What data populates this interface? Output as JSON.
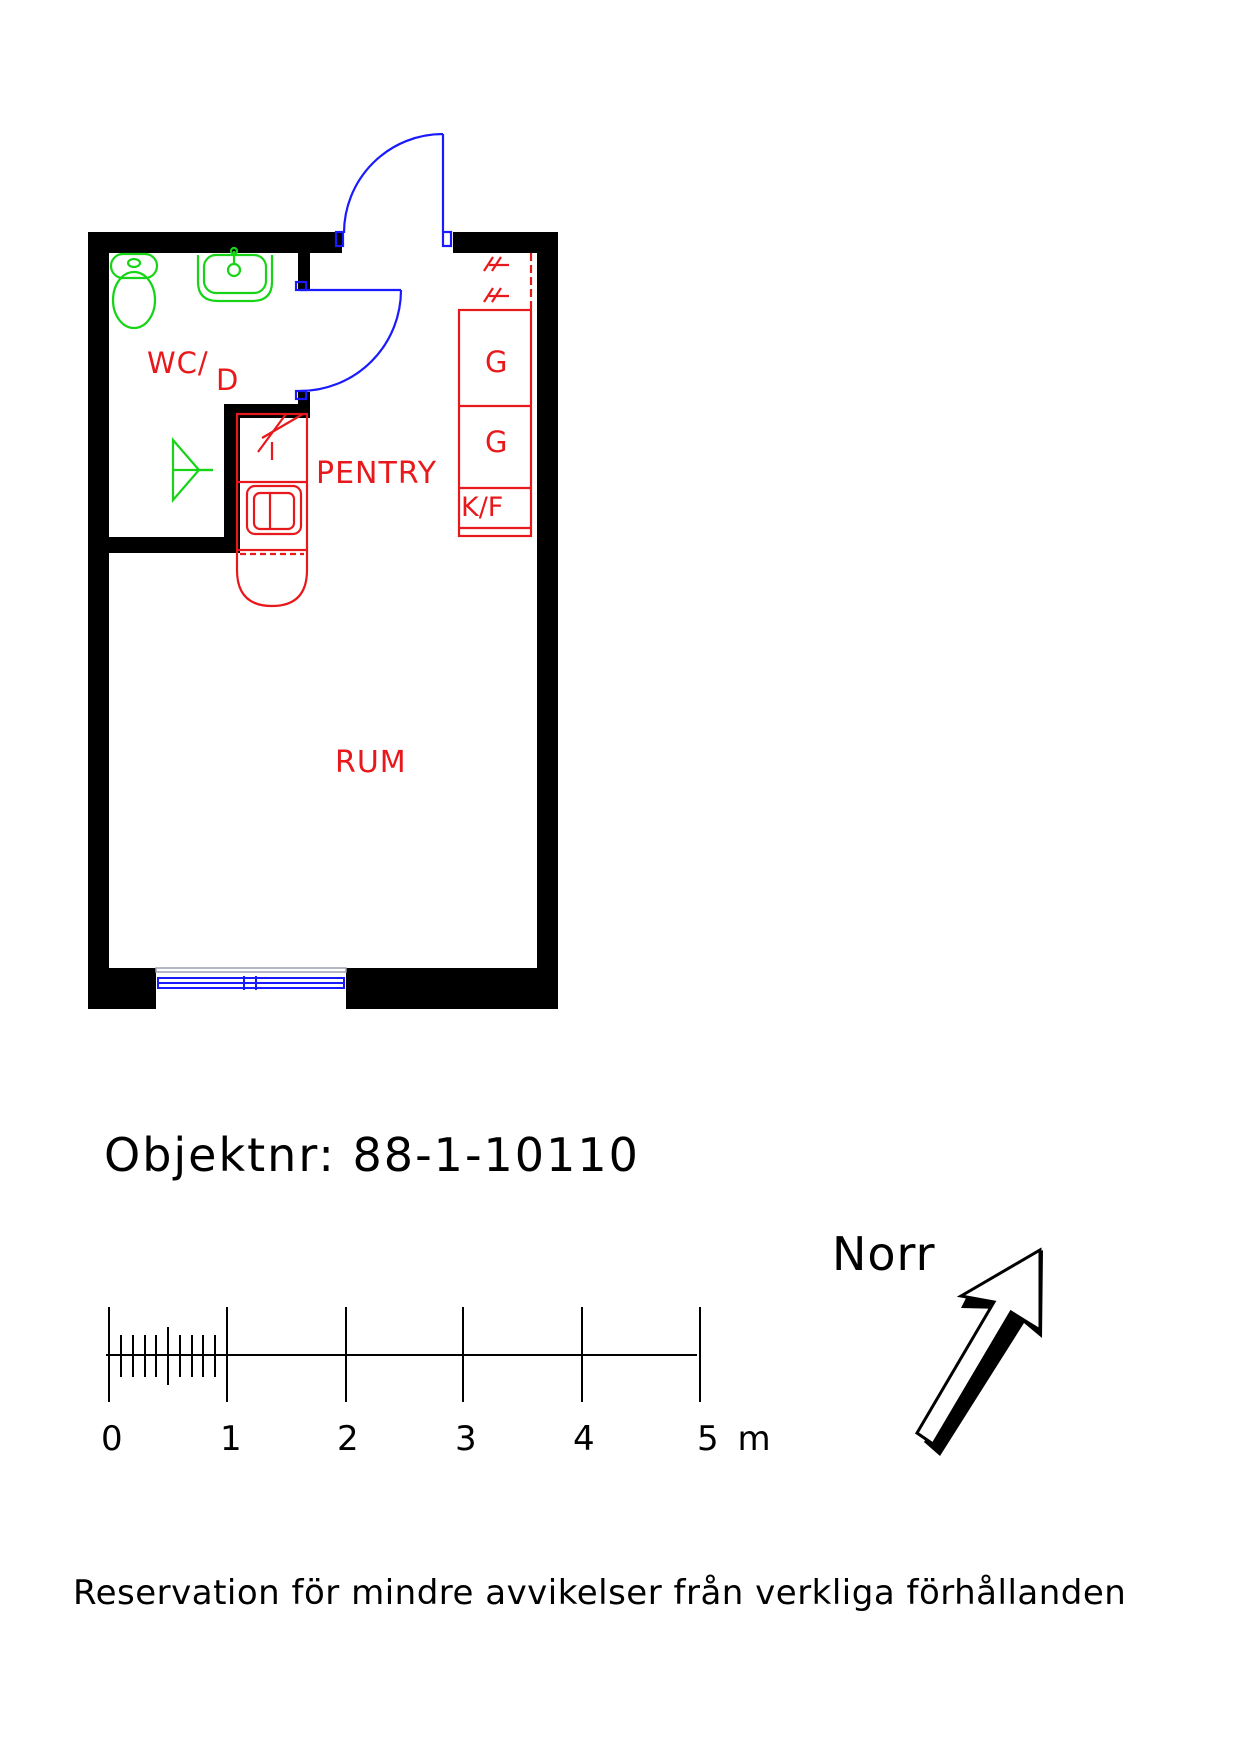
{
  "rooms": {
    "wc_main": "WC/",
    "wc_sub": "D",
    "pentry": "PENTRY",
    "rum": "RUM"
  },
  "cabinets": {
    "upper": "G",
    "lower": "G",
    "fridge": "K/F"
  },
  "object_number": "Objektnr: 88-1-10110",
  "scale": {
    "labels": [
      "0",
      "1",
      "2",
      "3",
      "4",
      "5 m"
    ]
  },
  "north_label": "Norr",
  "disclaimer": "Reservation för mindre avvikelser från verkliga förhållanden",
  "colors": {
    "wall": "#000000",
    "text_rooms": "#e8191c",
    "fixtures_bath": "#17d417",
    "doors": "#1a1aff",
    "kitchen": "#e8191c"
  }
}
